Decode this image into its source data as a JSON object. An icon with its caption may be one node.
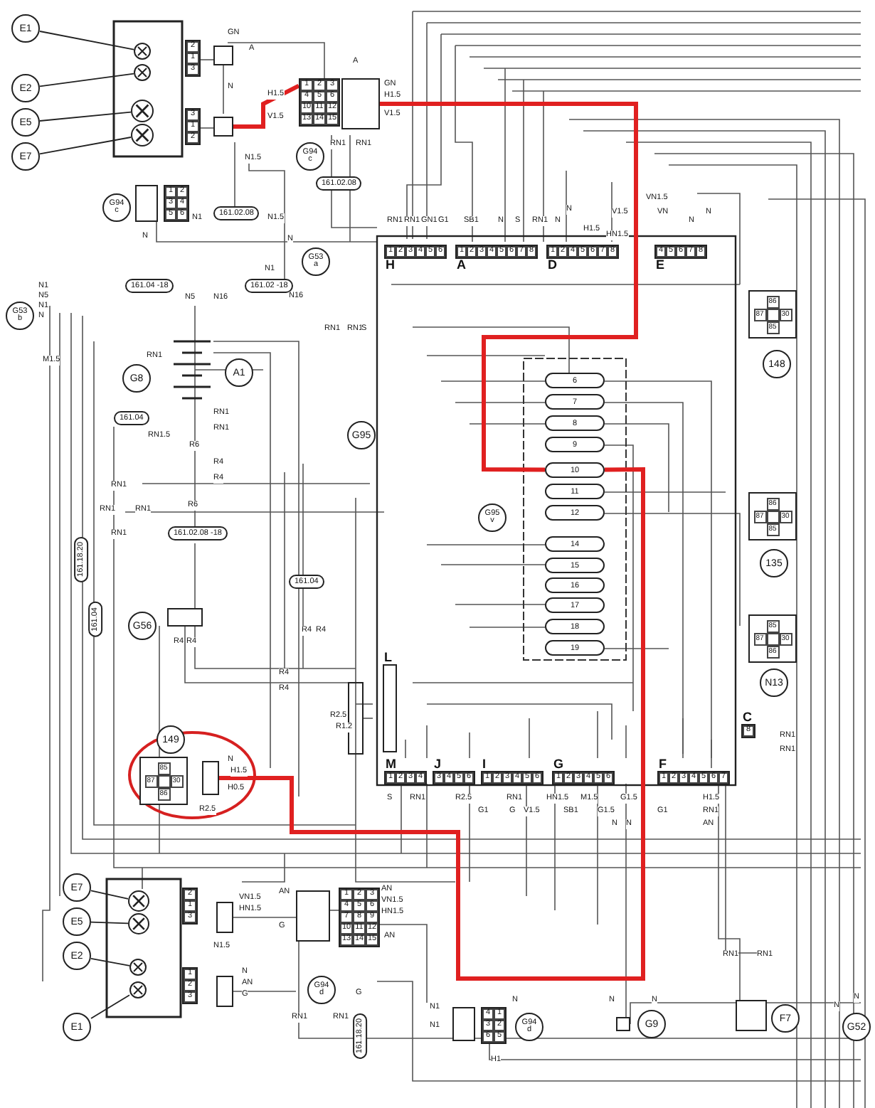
{
  "diagram": {
    "nodes": [
      {
        "text": [
          "E1"
        ]
      },
      {
        "text": [
          "E2"
        ]
      },
      {
        "text": [
          "E5"
        ]
      },
      {
        "text": [
          "E7"
        ]
      },
      {
        "text": [],
        "shape": "circle"
      },
      {
        "text": [],
        "shape": "circle"
      },
      {
        "text": [],
        "shape": "circle"
      },
      {
        "text": [],
        "shape": "circle"
      },
      {
        "text": [
          "2",
          "1",
          "3"
        ]
      },
      {
        "text": [
          "3",
          "1",
          "2"
        ]
      },
      {
        "text": [],
        "shape": "box"
      },
      {
        "text": [],
        "shape": "box"
      },
      {
        "text": [
          "1",
          "2",
          "3",
          "4",
          "5",
          "6",
          "10",
          "11",
          "12",
          "13",
          "14",
          "15"
        ]
      },
      {
        "text": [],
        "shape": "box"
      },
      {
        "text": [
          "G94 c"
        ]
      },
      {
        "text": [
          "G94 c"
        ]
      },
      {
        "text": [],
        "shape": "box"
      },
      {
        "text": [
          "1",
          "2",
          "3",
          "4",
          "5",
          "6"
        ]
      },
      {
        "text": [
          "161.02.08"
        ]
      },
      {
        "text": [
          "161.02.08"
        ]
      },
      {
        "text": [
          "G53 a"
        ]
      },
      {
        "text": [
          "G53 b"
        ]
      },
      {
        "text": [
          "161.04 -18"
        ]
      },
      {
        "text": [
          "161.02 -18"
        ]
      },
      {
        "text": [
          "G8"
        ]
      },
      {
        "text": [
          "A1"
        ]
      },
      {
        "text": [
          "161.04"
        ]
      },
      {
        "text": [
          "161.02.08 -18"
        ]
      },
      {
        "text": [
          "G95"
        ]
      },
      {
        "text": [
          "161.18.20"
        ]
      },
      {
        "text": [
          "161.04"
        ]
      },
      {
        "text": [
          "G56"
        ]
      },
      {
        "text": [
          "161.04"
        ]
      },
      {
        "text": [
          "1",
          "2",
          "3",
          "4",
          "5",
          "6",
          "H"
        ]
      },
      {
        "text": [
          "1",
          "2",
          "3",
          "4",
          "5",
          "6",
          "7",
          "8",
          "A"
        ]
      },
      {
        "text": [
          "1",
          "2",
          "4",
          "5",
          "6",
          "7",
          "8",
          "D"
        ]
      },
      {
        "text": [
          "4",
          "5",
          "6",
          "7",
          "8",
          "E"
        ]
      },
      {
        "text": [
          "6"
        ]
      },
      {
        "text": [
          "7"
        ]
      },
      {
        "text": [
          "8"
        ]
      },
      {
        "text": [
          "9"
        ]
      },
      {
        "text": [
          "10"
        ]
      },
      {
        "text": [
          "11"
        ]
      },
      {
        "text": [
          "12"
        ]
      },
      {
        "text": [
          "14"
        ]
      },
      {
        "text": [
          "15"
        ]
      },
      {
        "text": [
          "16"
        ]
      },
      {
        "text": [
          "17"
        ]
      },
      {
        "text": [
          "18"
        ]
      },
      {
        "text": [
          "19"
        ]
      },
      {
        "text": [
          "G95 v"
        ]
      },
      {
        "text": [
          "86",
          "87",
          "30",
          "85"
        ]
      },
      {
        "text": [
          "148"
        ]
      },
      {
        "text": [
          "86",
          "87",
          "30",
          "85"
        ]
      },
      {
        "text": [
          "135"
        ]
      },
      {
        "text": [
          "85",
          "87",
          "30",
          "86"
        ]
      },
      {
        "text": [
          "N13"
        ]
      },
      {
        "text": [
          "L"
        ]
      },
      {
        "text": [
          "C",
          "8"
        ]
      },
      {
        "text": [
          "M",
          "1",
          "2",
          "3",
          "4"
        ]
      },
      {
        "text": [
          "J",
          "3",
          "4",
          "5",
          "6"
        ]
      },
      {
        "text": [
          "I",
          "1",
          "2",
          "3",
          "4",
          "5",
          "6"
        ]
      },
      {
        "text": [
          "G",
          "1",
          "2",
          "3",
          "4",
          "5",
          "6"
        ]
      },
      {
        "text": [
          "F",
          "1",
          "2",
          "3",
          "4",
          "5",
          "6",
          "7"
        ]
      },
      {
        "text": [
          "149"
        ]
      },
      {
        "text": [
          "85",
          "87",
          "30",
          "86"
        ]
      },
      {
        "text": [],
        "shape": "box"
      },
      {
        "text": [
          "E7"
        ]
      },
      {
        "text": [
          "E5"
        ]
      },
      {
        "text": [
          "E2"
        ]
      },
      {
        "text": [
          "E1"
        ]
      },
      {
        "text": [],
        "shape": "circle"
      },
      {
        "text": [],
        "shape": "circle"
      },
      {
        "text": [],
        "shape": "circle"
      },
      {
        "text": [],
        "shape": "circle"
      },
      {
        "text": [
          "2",
          "1",
          "3"
        ]
      },
      {
        "text": [
          "1",
          "2",
          "3"
        ]
      },
      {
        "text": [],
        "shape": "box"
      },
      {
        "text": [
          "1",
          "2",
          "3",
          "4",
          "5",
          "6",
          "7",
          "8",
          "9",
          "10",
          "11",
          "12",
          "13",
          "14",
          "15"
        ]
      },
      {
        "text": [
          "G94 d"
        ]
      },
      {
        "text": [
          "161.18.20"
        ]
      },
      {
        "text": [],
        "shape": "box"
      },
      {
        "text": [
          "4",
          "1",
          "3",
          "2",
          "6",
          "5"
        ]
      },
      {
        "text": [
          "G94 d"
        ]
      },
      {
        "text": [],
        "shape": "box"
      },
      {
        "text": [
          "G9"
        ]
      },
      {
        "text": [],
        "shape": "box"
      },
      {
        "text": [
          "F7"
        ]
      },
      {
        "text": [
          "G52"
        ]
      },
      {
        "text": [],
        "shape": "box"
      },
      {
        "text": [],
        "shape": "box"
      }
    ],
    "edges": [
      {
        "from": 0,
        "to": 4,
        "arrow": "none"
      },
      {
        "from": 1,
        "to": 5,
        "arrow": "none"
      },
      {
        "from": 2,
        "to": 6,
        "arrow": "none"
      },
      {
        "from": 3,
        "to": 7,
        "arrow": "none"
      },
      {
        "from": 67,
        "to": 71,
        "arrow": "none"
      },
      {
        "from": 68,
        "to": 72,
        "arrow": "none"
      },
      {
        "from": 69,
        "to": 73,
        "arrow": "none"
      },
      {
        "from": 70,
        "to": 74,
        "arrow": "none"
      },
      {
        "from": 11,
        "to": 12,
        "arrow": "none",
        "style": "thick",
        "color": "#e02020"
      },
      {
        "from": 13,
        "to": 41,
        "arrow": "none",
        "style": "thick",
        "color": "#e02020"
      },
      {
        "from": 41,
        "to": 66,
        "arrow": "none",
        "style": "thick",
        "color": "#e02020"
      }
    ],
    "labels": [
      "GN",
      "A",
      "N",
      "H1.5",
      "V1.5",
      "N1.5",
      "GN",
      "H1.5",
      "V1.5",
      "A",
      "RN1",
      "RN1",
      "N1",
      "N",
      "N1.5",
      "N",
      "N1",
      "N1",
      "N5",
      "N1",
      "N",
      "N5",
      "N16",
      "N16",
      "M1.5",
      "RN1",
      "RN1",
      "S",
      "RN1",
      "RN1.5",
      "RN1",
      "RN1",
      "R6",
      "R4",
      "R4",
      "R6",
      "RN1",
      "RN1",
      "RN1",
      "RN1",
      "R4",
      "R4",
      "R4",
      "R4",
      "R4",
      "R4",
      "R2.5",
      "R1.2",
      "RN1",
      "RN1",
      "GN1",
      "G1",
      "SB1",
      "N",
      "S",
      "RN1",
      "N",
      "N",
      "H1.5",
      "V1.5",
      "HN1.5",
      "VN1.5",
      "VN",
      "N",
      "N",
      "N",
      "H1.5",
      "H0.5",
      "R2.5",
      "RN1",
      "RN1",
      "S",
      "RN1",
      "R2.5",
      "RN1",
      "HN1.5",
      "M1.5",
      "G1.5",
      "H1.5",
      "G1",
      "G",
      "V1.5",
      "SB1",
      "G1.5",
      "G1",
      "RN1",
      "N",
      "N",
      "AN",
      "VN1.5",
      "HN1.5",
      "N1.5",
      "AN",
      "G",
      "AN",
      "VN1.5",
      "HN1.5",
      "AN",
      "N",
      "AN",
      "G",
      "G",
      "RN1",
      "RN1",
      "N1",
      "N1",
      "H1",
      "N",
      "N",
      "N",
      "RN1",
      "RN1",
      "N",
      "N"
    ]
  }
}
